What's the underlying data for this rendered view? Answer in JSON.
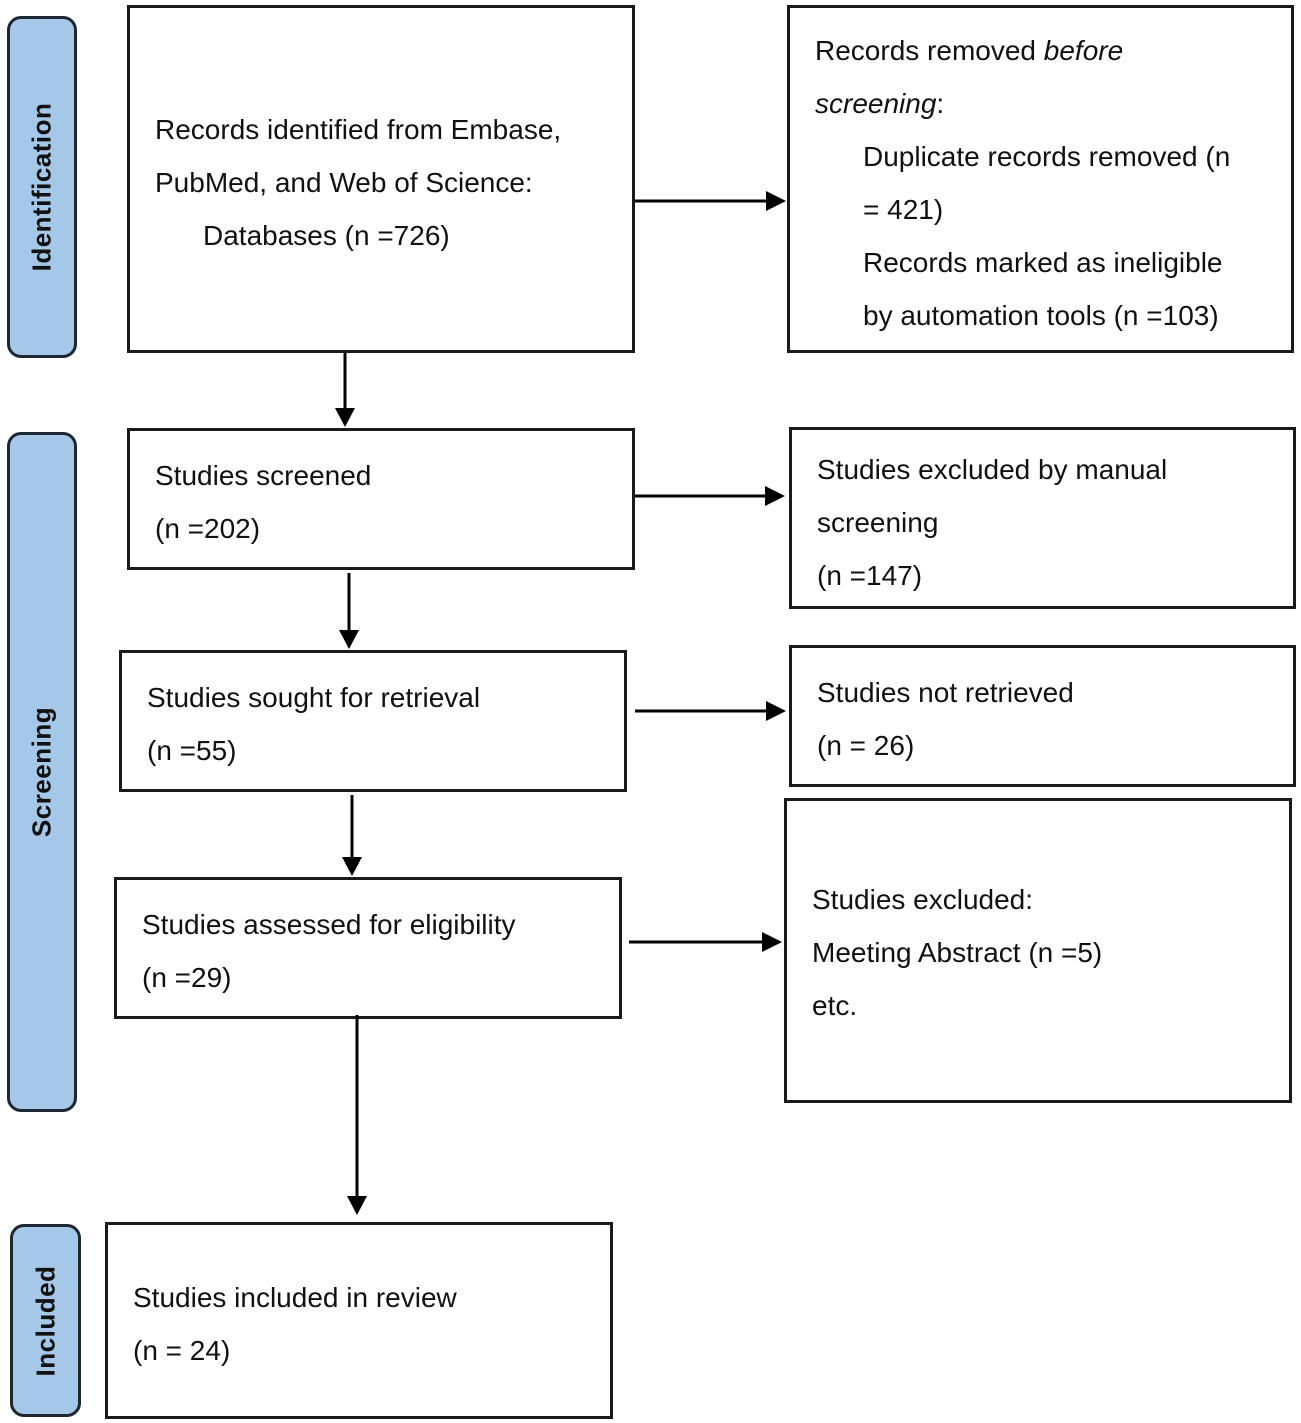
{
  "phases": {
    "identification": "Identification",
    "screening": "Screening",
    "included": "Included"
  },
  "boxes": {
    "identified": {
      "line1": "Records identified from Embase,",
      "line2": "PubMed, and Web of Science:",
      "line3": "Databases (n =726)"
    },
    "removed": {
      "line1_prefix": "Records removed ",
      "line1_italic": "before",
      "line2_italic": "screening",
      "line2_suffix": ":",
      "line3": "Duplicate records removed (n",
      "line4": "= 421)",
      "line5": "Records marked as ineligible",
      "line6": "by automation tools (n =103)"
    },
    "screened": {
      "line1": "Studies screened",
      "line2": "(n =202)"
    },
    "excluded_manual": {
      "line1": "Studies excluded by manual",
      "line2": "screening",
      "line3": "(n =147)"
    },
    "sought": {
      "line1": "Studies sought for retrieval",
      "line2": "(n =55)"
    },
    "not_retrieved": {
      "line1": "Studies not retrieved",
      "line2": "(n = 26)"
    },
    "assessed": {
      "line1": "Studies assessed for eligibility",
      "line2": "(n =29)"
    },
    "excluded": {
      "line1": "Studies excluded:",
      "line2": "Meeting Abstract (n =5)",
      "line3": "etc."
    },
    "included": {
      "line1": "Studies included in review",
      "line2": "(n = 24)"
    }
  }
}
